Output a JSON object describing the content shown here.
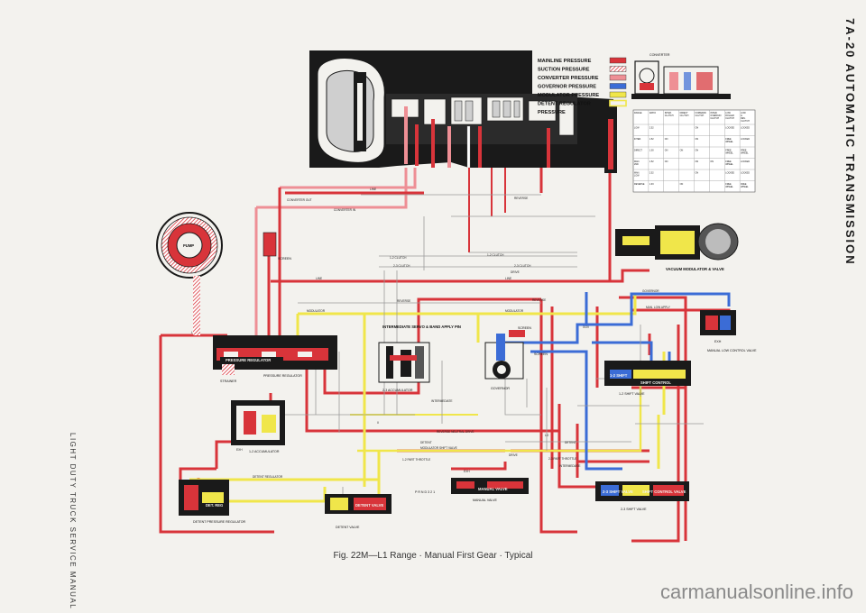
{
  "page": {
    "side_title": "7A-20 AUTOMATIC TRANSMISSION",
    "side_manual": "LIGHT DUTY TRUCK SERVICE MANUAL",
    "caption": "Fig. 22M—L1 Range · Manual First Gear · Typical",
    "watermark": "carmanualsonline.info"
  },
  "legend": [
    {
      "label": "MAINLINE PRESSURE",
      "color": "#d8343a",
      "pattern": "solid"
    },
    {
      "label": "SUCTION PRESSURE",
      "color": "#d8343a",
      "pattern": "hatched"
    },
    {
      "label": "CONVERTER PRESSURE",
      "color": "#ee8f95",
      "pattern": "solid"
    },
    {
      "label": "GOVERNOR PRESSURE",
      "color": "#3b6cd6",
      "pattern": "solid"
    },
    {
      "label": "MODULATOR PRESSURE",
      "color": "#f0e64a",
      "pattern": "solid"
    },
    {
      "label": "DETENT REGULATOR",
      "color": "#f0e64a",
      "pattern": "outline"
    },
    {
      "label": "PRESSURE",
      "color": "",
      "pattern": "none"
    }
  ],
  "colors": {
    "mainline": "#d8343a",
    "converter": "#ee8f95",
    "governor": "#3b6cd6",
    "modulator": "#f0e64a",
    "exhaust": "#ffffff",
    "case": "#1a1a1a"
  },
  "top_labels": {
    "converter_out": "CONVERTER OUT",
    "line": "LINE",
    "reverse": "REVERSE",
    "converter_in": "CONVERTER IN",
    "converter_detail": "CONVERTER"
  },
  "components": {
    "pump": "PUMP",
    "screen": "SCREEN",
    "strainer": "STRAINER",
    "pressure_regulator": "PRESSURE REGULATOR",
    "pressure_regulator_valve": "PRESSURE REGULATOR",
    "int_servo": "INTERMEDIATE SERVO & BAND APPLY PIN",
    "accumulator_23": "2-3 ACCUMULATOR",
    "governor": "GOVERNOR",
    "gov_screen_1": "SCREEN",
    "gov_screen_2": "SCREEN",
    "accumulator_12": "1-2 ACCUMULATOR",
    "vacuum_modulator": "VACUUM MODULATOR & VALVE",
    "shift_12_valve": "1-2 SHIFT VALVE",
    "shift_12_label": "1-2 SHIFT",
    "shift_12_control": "SHIFT CONTROL",
    "manual_low_control": "MANUAL LOW CONTROL VALVE",
    "manual_valve": "MANUAL VALVE",
    "manual_valve_tag": "MANUAL VALVE",
    "prndl": "P R N D 3 2 1",
    "detent_regulator": "DETENT PRESSURE REGULATOR",
    "det_reg_tag": "DET. REG",
    "detent_valve": "DETENT VALVE",
    "detent_tag": "DETENT VALVE",
    "shift_23_valve": "2-3 SHIFT VALVE",
    "shift_23_label": "2-3 SHIFT VALVE",
    "shift_23_control": "SHIFT CONTROL VALVE",
    "exh": "EXH"
  },
  "line_labels": {
    "clutch_12_a": "1-2 CLUTCH",
    "clutch_12_b": "1-2 CLUTCH",
    "clutch_23_a": "2-3 CLUTCH",
    "clutch_23_b": "2-3 CLUTCH",
    "drive_a": "DRIVE",
    "line_a": "LINE",
    "line_b": "LINE",
    "line_c": "LINE",
    "reverse_a": "REVERSE",
    "reverse_b": "REVERSE",
    "modulator_a": "MODULATOR",
    "modulator_b": "MODULATOR",
    "governor_a": "GOVERNOR",
    "gov_b": "GOV",
    "man_low_apply": "MAN. LOW APPLY",
    "intermediate_a": "INTERMEDIATE",
    "intermediate_b": "INTERMEDIATE",
    "rev_neutral_drive": "REVERSE NEUTRAL DRIVE",
    "detent_a": "DETENT",
    "detent_b": "DETENT",
    "mod_shift_valve": "MODULATOR SHIFT VALVE",
    "part_throttle_a": "1-2 PART THROTTLE",
    "part_throttle_b": "2-3 PART THROTTLE",
    "detent_regulator_line": "DETENT REGULATOR",
    "drive_b": "DRIVE",
    "lo": "LO",
    "ii": "II",
    "exh_a": "EXH",
    "exh_b": "EXH"
  },
  "clutch_table": {
    "headers": [
      "RANGE",
      "RATIO",
      "INTER. CLUTCH",
      "DIRECT CLUTCH",
      "FORWARD CLUTCH",
      "INTER. OVERRUN CLUTCH",
      "LOW ROLLER CLUTCH",
      "LOW & REV. CLUTCH"
    ],
    "rows": [
      [
        "LOW",
        "2.52",
        "",
        "",
        "ON",
        "",
        "LOCKED",
        "LOCKED"
      ],
      [
        "INTER.",
        "1.52",
        "ON",
        "",
        "ON",
        "",
        "FREE WHEEL",
        "LOCKED"
      ],
      [
        "DIRECT",
        "1.00",
        "ON",
        "ON",
        "ON",
        "",
        "FREE WHEEL",
        "FREE WHEEL"
      ],
      [
        "MAN. 2ND",
        "1.52",
        "ON",
        "",
        "ON",
        "ON",
        "FREE WHEEL",
        "LOCKED"
      ],
      [
        "MAN. LOW",
        "2.52",
        "",
        "",
        "ON",
        "",
        "LOCKED",
        "LOCKED"
      ],
      [
        "REVERSE",
        "1.93",
        "",
        "ON",
        "",
        "",
        "FREE WHEEL",
        "FREE WHEEL"
      ]
    ]
  }
}
